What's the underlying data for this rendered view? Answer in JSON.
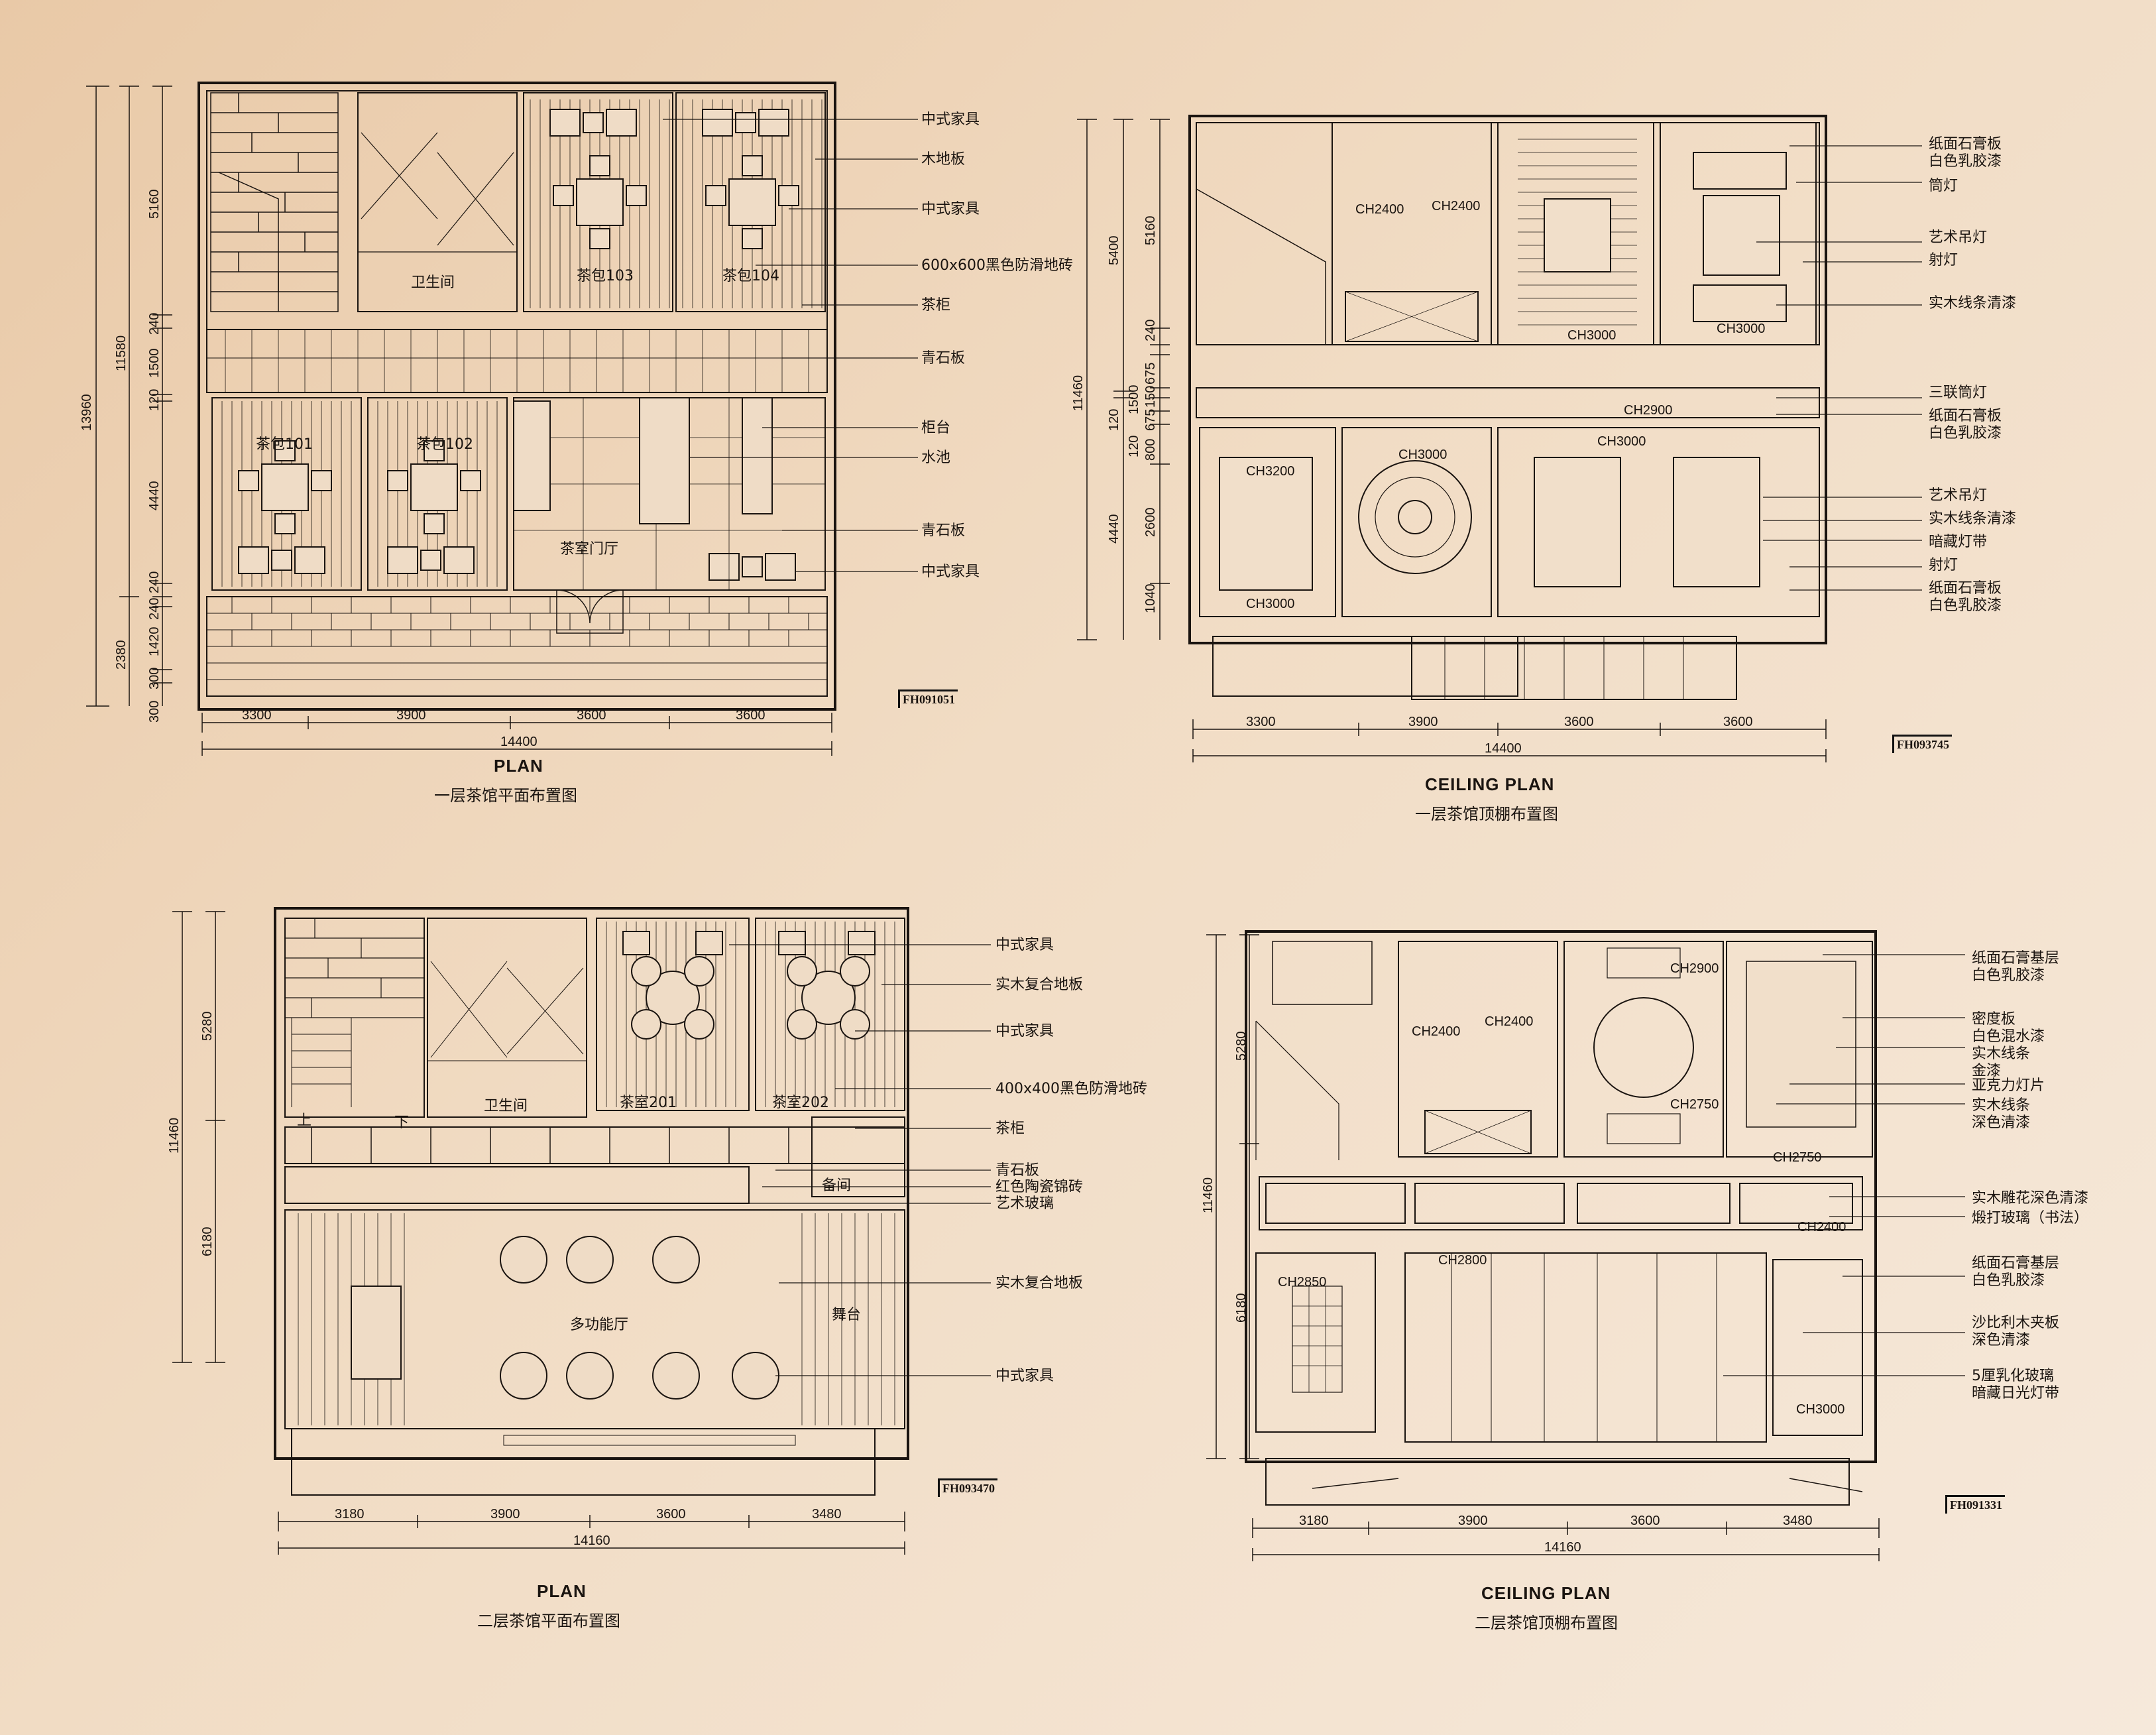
{
  "sheets": [
    {
      "id": "plan1",
      "title_en": "PLAN",
      "title_cn": "一层茶馆平面布置图",
      "code": "FH091051",
      "dims_bottom": [
        "3300",
        "3900",
        "3600",
        "3600"
      ],
      "dim_total": "14400",
      "dims_left_outer": [
        "13960"
      ],
      "dims_left_mid": [
        "11580",
        "2380"
      ],
      "dims_left_inner": [
        "5160",
        "240",
        "1500",
        "120",
        "4440",
        "240",
        "240",
        "1420",
        "300",
        "300"
      ],
      "rooms": [
        "卫生间",
        "茶包103",
        "茶包104",
        "茶包101",
        "茶包102",
        "茶室门厅"
      ],
      "labels": [
        "中式家具",
        "木地板",
        "中式家具",
        "600x600黑色防滑地砖",
        "茶柜",
        "青石板",
        "柜台",
        "水池",
        "青石板",
        "中式家具"
      ]
    },
    {
      "id": "ceiling1",
      "title_en": "CEILING PLAN",
      "title_cn": "一层茶馆顶棚布置图",
      "code": "FH093745",
      "dims_bottom": [
        "3300",
        "3900",
        "3600",
        "3600"
      ],
      "dim_total": "14400",
      "dims_left_outer": [
        "11460"
      ],
      "dims_left_mid": [
        "5400",
        "120",
        "4440"
      ],
      "dims_left_inner": [
        "5160",
        "240",
        "675",
        "1500",
        "150",
        "675",
        "120",
        "800",
        "2600",
        "1040"
      ],
      "heights": [
        "CH2400",
        "CH2400",
        "CH3000",
        "CH3000",
        "CH2900",
        "CH3000",
        "CH3000",
        "CH3200",
        "CH3000"
      ],
      "labels": [
        "纸面石膏板\n白色乳胶漆",
        "筒灯",
        "艺术吊灯",
        "射灯",
        "实木线条清漆",
        "三联筒灯",
        "纸面石膏板\n白色乳胶漆",
        "艺术吊灯",
        "实木线条清漆",
        "暗藏灯带",
        "射灯",
        "纸面石膏板\n白色乳胶漆"
      ]
    },
    {
      "id": "plan2",
      "title_en": "PLAN",
      "title_cn": "二层茶馆平面布置图",
      "code": "FH093470",
      "dims_bottom": [
        "3180",
        "3900",
        "3600",
        "3480"
      ],
      "dim_total": "14160",
      "dims_left_outer": [
        "11460"
      ],
      "dims_left_inner": [
        "5280",
        "6180"
      ],
      "rooms": [
        "卫生间",
        "茶室201",
        "茶室202",
        "备间",
        "多功能厅",
        "舞台",
        "上",
        "下"
      ],
      "labels": [
        "中式家具",
        "实木复合地板",
        "中式家具",
        "400x400黑色防滑地砖",
        "茶柜",
        "青石板",
        "红色陶瓷锦砖",
        "艺术玻璃",
        "实木复合地板",
        "中式家具"
      ]
    },
    {
      "id": "ceiling2",
      "title_en": "CEILING PLAN",
      "title_cn": "二层茶馆顶棚布置图",
      "code": "FH091331",
      "dims_bottom": [
        "3180",
        "3900",
        "3600",
        "3480"
      ],
      "dim_total": "14160",
      "dims_left_outer": [
        "11460"
      ],
      "dims_left_inner": [
        "5280",
        "6180"
      ],
      "heights": [
        "CH2400",
        "CH2400",
        "CH2900",
        "CH2750",
        "CH2750",
        "CH2400",
        "CH2800",
        "CH2850",
        "CH3000"
      ],
      "labels": [
        "纸面石膏基层\n白色乳胶漆",
        "密度板\n白色混水漆",
        "实木线条\n金漆",
        "亚克力灯片",
        "实木线条\n深色清漆",
        "实木雕花深色清漆",
        "煅打玻璃（书法）",
        "纸面石膏基层\n白色乳胶漆",
        "沙比利木夹板\n深色清漆",
        "5厘乳化玻璃\n暗藏日光灯带"
      ]
    }
  ],
  "colors": {
    "ink": "#1a1410",
    "background_top": "#e9c9a7",
    "background_bottom": "#f6e9db"
  }
}
